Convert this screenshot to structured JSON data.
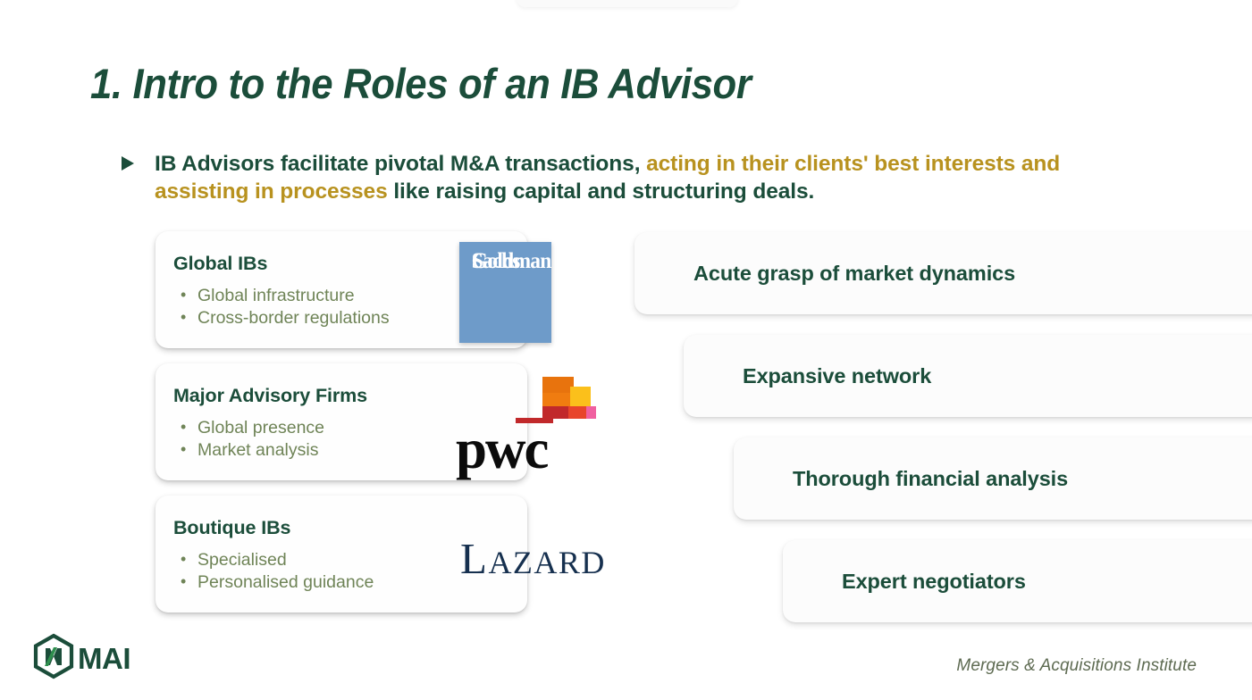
{
  "slide": {
    "title": "1. Intro to the Roles of an IB Advisor",
    "accent_green": "#1b4d3a",
    "accent_gold": "#b8921f",
    "sage_green": "#6f8457"
  },
  "lead_bullet": {
    "marker": "triangle-right",
    "part1": "IB Advisors facilitate pivotal M&A transactions, ",
    "highlight": "acting in their clients' best interests and assisting in processes",
    "part2": " like raising capital and structuring deals."
  },
  "left_cards": [
    {
      "title": "Global IBs",
      "bullets": [
        "Global infrastructure",
        "Cross-border regulations"
      ],
      "logo": {
        "name": "goldman-sachs-logo",
        "line1": "Goldman",
        "line2": "Sachs",
        "bg_color": "#6e9bc9",
        "text_color": "#ffffff"
      }
    },
    {
      "title": "Major Advisory Firms",
      "bullets": [
        "Global presence",
        "Market analysis"
      ],
      "logo": {
        "name": "pwc-logo",
        "wordmark": "pwc",
        "text_color": "#0b0b0b",
        "block_colors": [
          "#e8730d",
          "#f5a800",
          "#fbc01b",
          "#c1292b",
          "#e8452c",
          "#f060a0"
        ]
      }
    },
    {
      "title": "Boutique IBs",
      "bullets": [
        "Specialised",
        "Personalised guidance"
      ],
      "logo": {
        "name": "lazard-logo",
        "wordmark": "LAZARD",
        "text_color": "#16304f"
      }
    }
  ],
  "right_cards": [
    {
      "label": "Acute grasp of market dynamics"
    },
    {
      "label": "Expansive network"
    },
    {
      "label": "Thorough financial analysis"
    },
    {
      "label": "Expert negotiators"
    }
  ],
  "footer": {
    "logo_text": "MAI",
    "logo_mark": "hexagon-m-icon",
    "note": "Mergers & Acquisitions Institute"
  }
}
